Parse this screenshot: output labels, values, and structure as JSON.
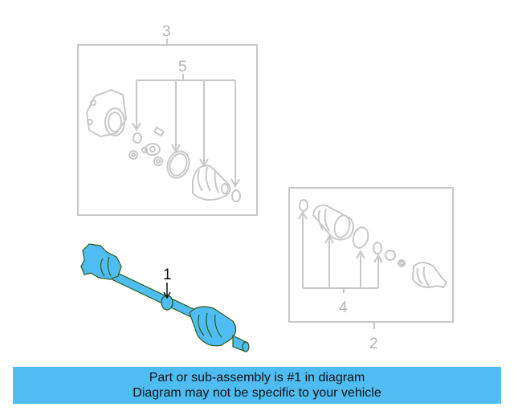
{
  "diagram": {
    "callouts": {
      "c1": "1",
      "c2": "2",
      "c3": "3",
      "c4": "4",
      "c5": "5"
    },
    "highlighted_part": "1",
    "colors": {
      "highlight_fill": "#4fbdf3",
      "highlight_outline": "#2a5a1a",
      "faded_line": "#c8c8c8",
      "banner_bg": "#4fbdf3"
    }
  },
  "banner": {
    "line1": "Part or sub-assembly is #1 in diagram",
    "line2": "Diagram may not be specific to your vehicle"
  }
}
